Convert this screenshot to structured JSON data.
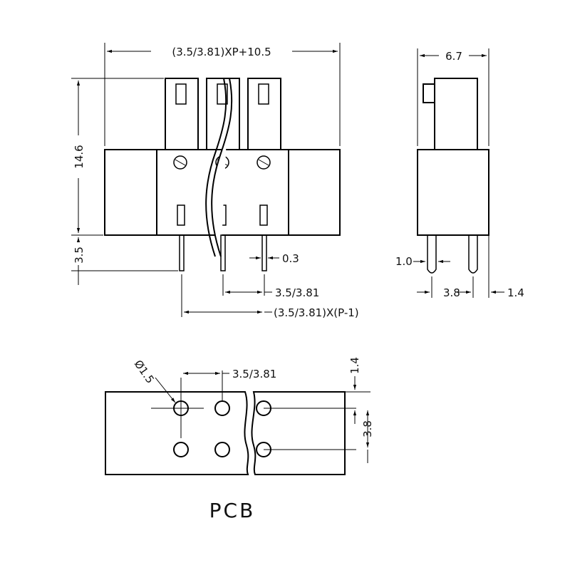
{
  "front_view": {
    "overall_width_label": "(3.5/3.81)XP+10.5",
    "height_label": "14.6",
    "pin_length_label": "3.5",
    "pin_thickness_label": "0.3",
    "pitch_label": "3.5/3.81",
    "pin_span_label": "(3.5/3.81)X(P-1)"
  },
  "side_view": {
    "depth_label": "6.7",
    "pin_diameter_label": "1.0",
    "row_spacing_label": "3.8",
    "offset_label": "1.4"
  },
  "pcb_view": {
    "hole_diameter_label": "Ø1.5",
    "pitch_label": "3.5/3.81",
    "edge_offset_label": "1.4",
    "row_spacing_label": "3.8",
    "title": "PCB"
  }
}
